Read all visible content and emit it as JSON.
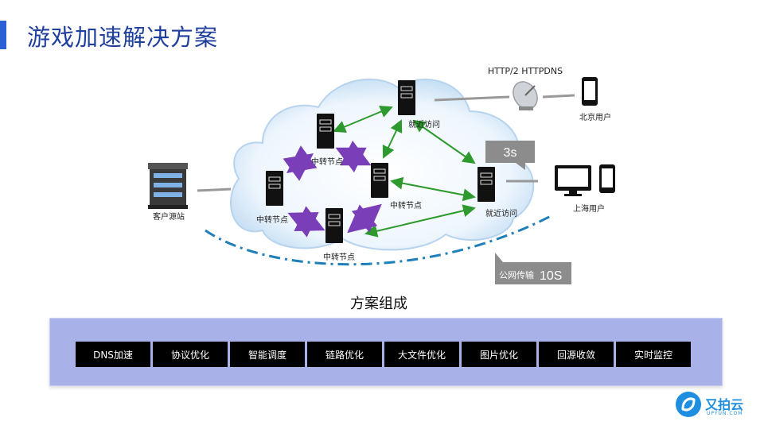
{
  "title": "游戏加速解决方案",
  "diagram": {
    "protocol_label": "HTTP/2 HTTPDNS",
    "beijing_user": "北京用户",
    "shanghai_user": "上海用户",
    "origin": "客户源站",
    "nearby_access_top": "就近访问",
    "nearby_access_right": "就近访问",
    "relay_1": "中转节点",
    "relay_2": "中转节点",
    "relay_3": "中转节点",
    "relay_4": "中转节点",
    "latency_cdn": "3s",
    "latency_public_prefix": "公网传输",
    "latency_public_value": "10S"
  },
  "section_title": "方案组成",
  "components": [
    "DNS加速",
    "协议优化",
    "智能调度",
    "链路优化",
    "大文件优化",
    "图片优化",
    "回源收敛",
    "实时监控"
  ],
  "logo": {
    "name": "又拍云",
    "sub": "UPYUN.COM"
  },
  "colors": {
    "title": "#1f3f9e",
    "accent_bar": "#2a5fd6",
    "arrow_green": "#2e9a2e",
    "arrow_purple": "#7a3fb8",
    "panel": "#a9b2e8",
    "public_path": "#1f7fb8"
  }
}
